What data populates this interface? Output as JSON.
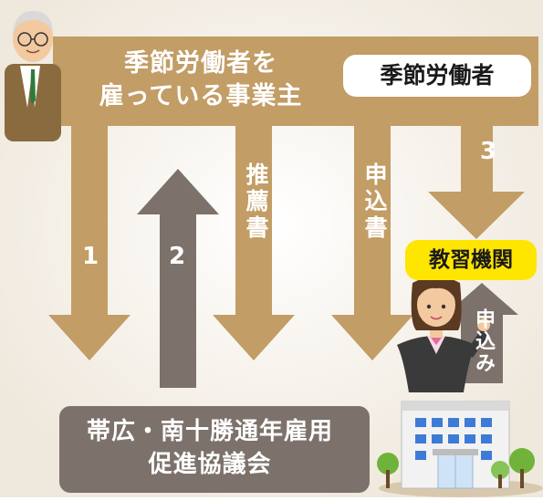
{
  "employer_label_line1": "季節労働者を",
  "employer_label_line2": "雇っている事業主",
  "worker_label": "季節労働者",
  "recommendation_label": "推薦書",
  "application_label": "申込書",
  "institution_label": "教習機関",
  "apply_label": "申込み",
  "council_label_line1": "帯広・南十勝通年雇用",
  "council_label_line2": "促進協議会",
  "step_1": "1",
  "step_2": "2",
  "step_3": "3",
  "colors": {
    "tan": "#c29d65",
    "gray": "#7d726b",
    "yellow": "#ffe600",
    "background_glow": "#f1ebe0"
  }
}
